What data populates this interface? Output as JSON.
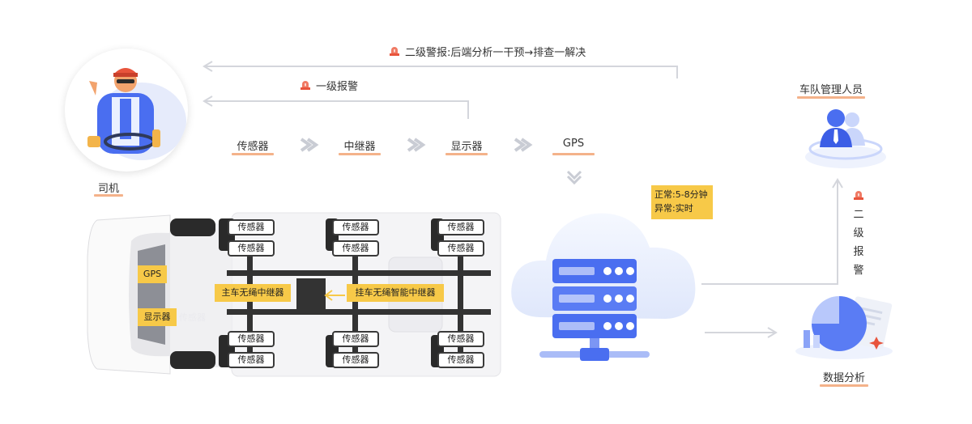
{
  "alarms": {
    "level2": "二级警报:后端分析一干预→排查一解决",
    "level1": "一级报警",
    "level2_vertical": [
      "二",
      "级",
      "报",
      "警"
    ]
  },
  "flow": [
    "传感器",
    "中继器",
    "显示器",
    "GPS"
  ],
  "driver_label": "司机",
  "fleet_label": "车队管理人员",
  "analysis_label": "数据分析",
  "status_box": {
    "line1": "正常:5-8分钟",
    "line2": "异常:实时"
  },
  "truck": {
    "gps": "GPS",
    "display": "显示器",
    "display_ghost": "传感器",
    "main_relay": "主车无绳中继器",
    "trailer_relay": "挂车无绳智能中继器",
    "sensor": "传感器"
  },
  "colors": {
    "accent": "#f4b28a",
    "yellow": "#f7c948",
    "blue": "#4a6ef0",
    "alarm": "#e8543c"
  }
}
